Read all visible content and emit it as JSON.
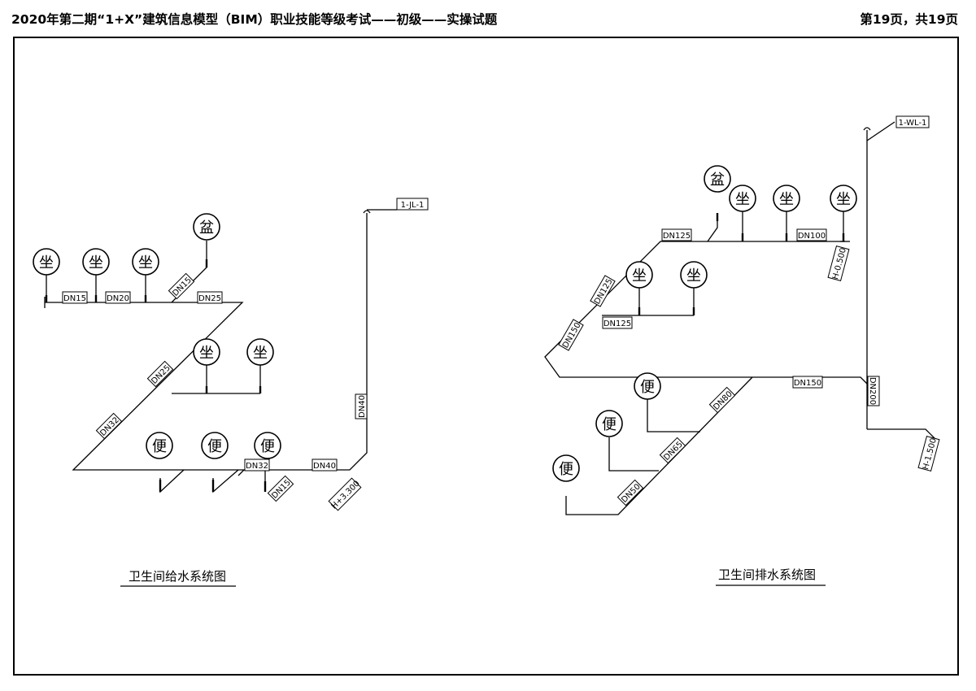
{
  "header": {
    "title": "2020年第二期“1+X”建筑信息模型（BIM）职业技能等级考试——初级——实操试题",
    "page": "第19页，共19页"
  },
  "supply": {
    "title": "卫生间给水系统图",
    "tag": "1-JL-1",
    "fixtures": {
      "zuo": "坐",
      "pen": "盆",
      "bian": "便"
    },
    "labels": {
      "dn15_a": "DN15",
      "dn20": "DN20",
      "dn15_b": "DN15",
      "dn25_a": "DN25",
      "dn25_b": "DN25",
      "dn32_a": "DN32",
      "dn32_b": "DN32",
      "dn40_a": "DN40",
      "dn40_b": "DN40",
      "dn15_c": "DN15",
      "elev": "H+3.300"
    }
  },
  "drain": {
    "title": "卫生间排水系统图",
    "tag": "1-WL-1",
    "fixtures": {
      "zuo": "坐",
      "pen": "盆",
      "bian": "便"
    },
    "labels": {
      "dn125_a": "DN125",
      "dn100": "DN100",
      "dn125_b": "DN125",
      "dn150_a": "DN150",
      "dn125_c": "DN125",
      "dn150_b": "DN150",
      "dn200": "DN200",
      "dn80": "DN80",
      "dn65": "DN65",
      "dn50": "DN50",
      "elev_a": "H-0.500",
      "elev_b": "H-1.500"
    }
  }
}
